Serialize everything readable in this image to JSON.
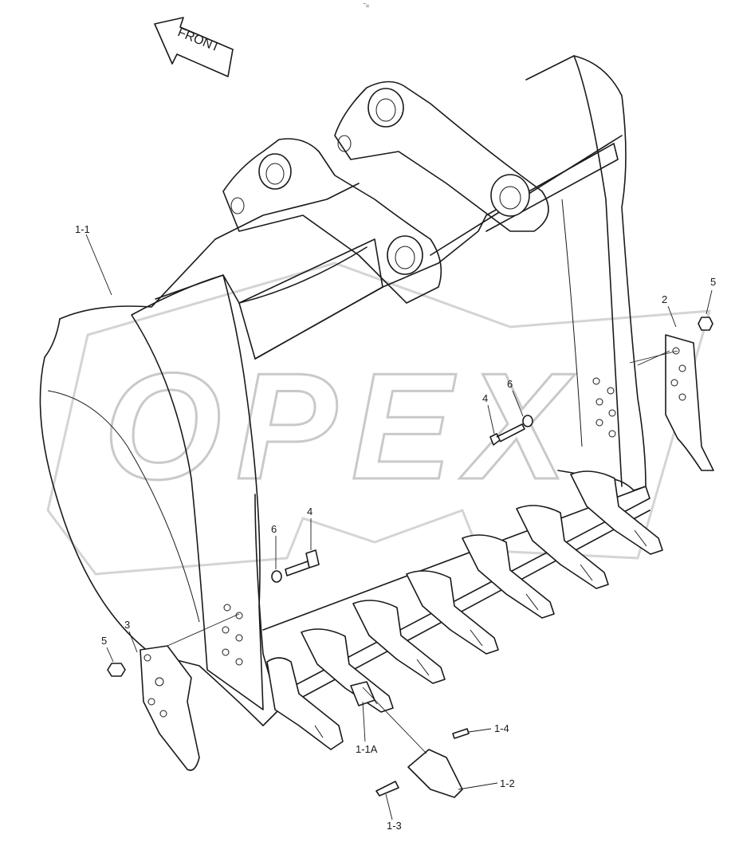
{
  "orientation_label": "FRONT",
  "watermark_text": "OPEX",
  "header_mark": "˜=",
  "callouts": [
    {
      "id": "c-1-1",
      "text": "1-1"
    },
    {
      "id": "c-2",
      "text": "2"
    },
    {
      "id": "c-5-right",
      "text": "5"
    },
    {
      "id": "c-4-upper",
      "text": "4"
    },
    {
      "id": "c-6-upper",
      "text": "6"
    },
    {
      "id": "c-4-lower",
      "text": "4"
    },
    {
      "id": "c-6-lower",
      "text": "6"
    },
    {
      "id": "c-3",
      "text": "3"
    },
    {
      "id": "c-5-left",
      "text": "5"
    },
    {
      "id": "c-1-1A",
      "text": "1-1A"
    },
    {
      "id": "c-1-4",
      "text": "1-4"
    },
    {
      "id": "c-1-2",
      "text": "1-2"
    },
    {
      "id": "c-1-3",
      "text": "1-3"
    }
  ]
}
